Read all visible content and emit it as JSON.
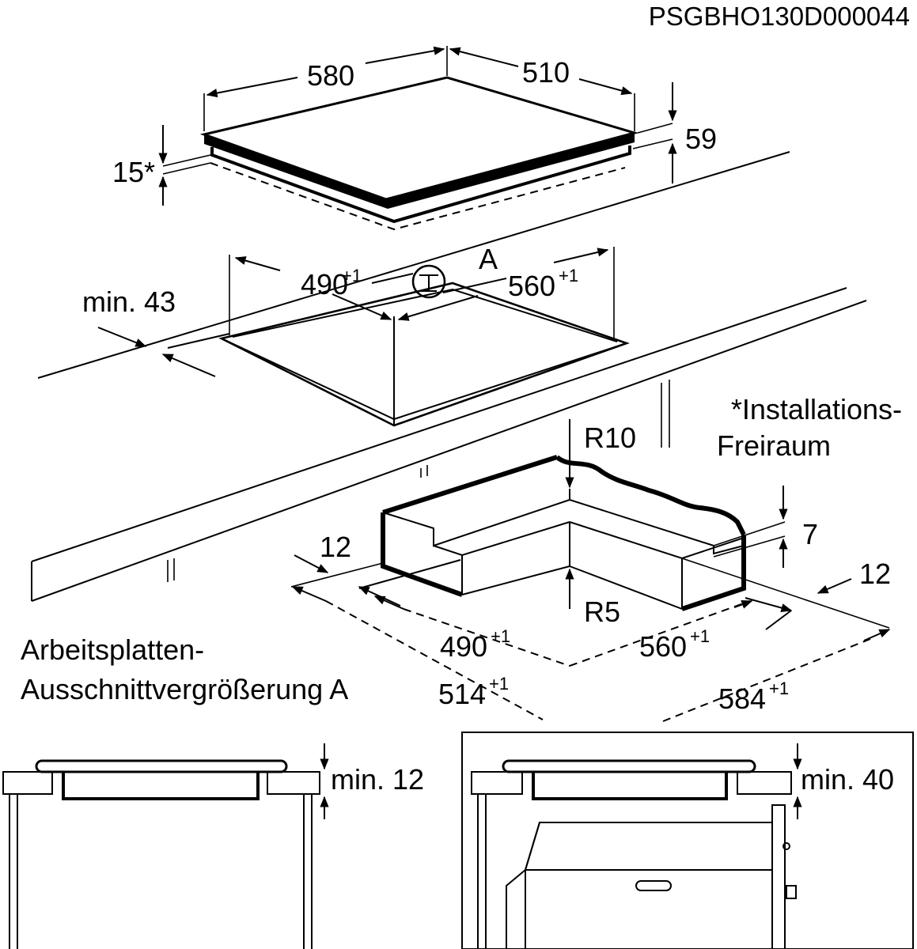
{
  "header": {
    "code": "PSGBHO130D000044"
  },
  "hob": {
    "width": "580",
    "depth": "510",
    "height": "59",
    "clearance": "15*"
  },
  "cutout": {
    "width": "490",
    "width_tol": "+1",
    "depth": "560",
    "depth_tol": "+1",
    "edge_distance": "min. 43",
    "detail_marker": "A"
  },
  "detail": {
    "radius_top": "R10",
    "radius_bottom": "R5",
    "step_height": "7",
    "step_left": "12",
    "step_right": "12",
    "inner_width": "490",
    "inner_width_tol": "+1",
    "inner_depth": "560",
    "inner_depth_tol": "+1",
    "outer_width": "514",
    "outer_width_tol": "+1",
    "outer_depth": "584",
    "outer_depth_tol": "+1"
  },
  "notes": {
    "installation_line1": "*Installations-",
    "installation_line2": "Freiraum",
    "cutout_caption_line1": "Arbeitsplatten-",
    "cutout_caption_line2": "Ausschnittvergrößerung A"
  },
  "sections": {
    "left_min": "min. 12",
    "right_min": "min. 40"
  }
}
